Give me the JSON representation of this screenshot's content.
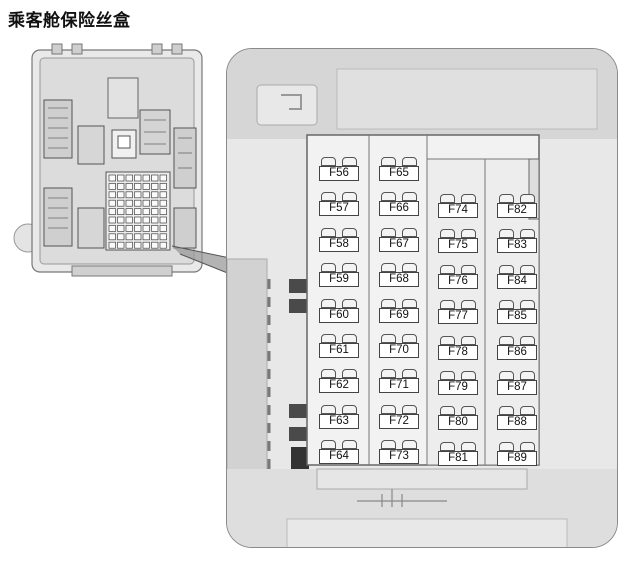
{
  "title": "乘客舱保险丝盒",
  "columns": [
    [
      "F56",
      "F57",
      "F58",
      "F59",
      "F60",
      "F61",
      "F62",
      "F63",
      "F64"
    ],
    [
      "F65",
      "F66",
      "F67",
      "F68",
      "F69",
      "F70",
      "F71",
      "F72",
      "F73"
    ],
    [
      "F74",
      "F75",
      "F76",
      "F77",
      "F78",
      "F79",
      "F80",
      "F81"
    ],
    [
      "F82",
      "F83",
      "F84",
      "F85",
      "F86",
      "F87",
      "F88",
      "F89"
    ]
  ]
}
